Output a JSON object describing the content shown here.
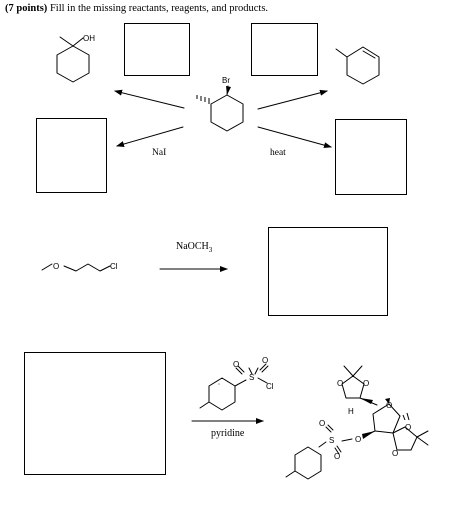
{
  "header": {
    "points": "(7 points)",
    "instruction": "Fill in the missing reactants, reagents, and products."
  },
  "reagents": {
    "nai": "NaI",
    "heat": "heat",
    "naoch3_base": "NaOCH",
    "naoch3_sub": "3",
    "pyridine": "pyridine"
  },
  "atoms": {
    "oh": "OH",
    "br": "Br",
    "cl_chain": "Cl",
    "cl_ts": "Cl",
    "o": "O",
    "s": "S",
    "h": "H"
  },
  "answer_boxes": [
    "",
    "",
    "",
    "",
    "",
    ""
  ]
}
